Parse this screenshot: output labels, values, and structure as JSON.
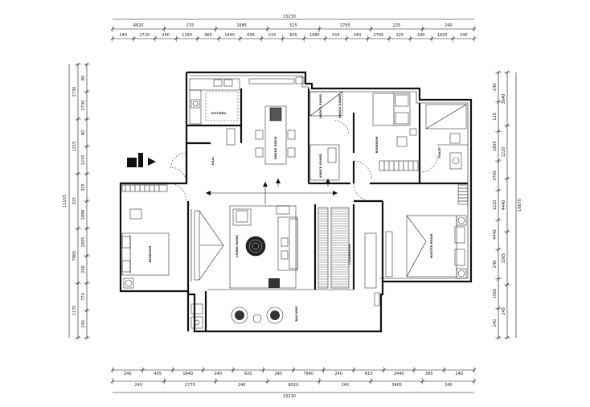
{
  "dimensions": {
    "top_row1": [
      "240",
      "2720",
      "240",
      "1150",
      "965",
      "1440",
      "695",
      "215",
      "635",
      "1685",
      "515",
      "240",
      "2795",
      "225",
      "240",
      "1605",
      "240"
    ],
    "top_row2": [
      "4820",
      "215",
      "1685",
      "515",
      "2795",
      "225",
      "240"
    ],
    "top_total": "15230",
    "bottom_row1": [
      "240",
      "435",
      "1840",
      "240",
      "620",
      "240",
      "7940",
      "240",
      "610",
      "2440",
      "395",
      "240"
    ],
    "bottom_row2": [
      "240",
      "2775",
      "240",
      "8010",
      "240",
      "3405",
      "240"
    ],
    "bottom_total": "15230",
    "left_row1": [
      "80",
      "2730",
      "80",
      "1215",
      "325",
      "1899",
      "2835",
      "240",
      "770",
      "240"
    ],
    "left_row2": [
      "2730",
      "1215",
      "325",
      "7865",
      "1170"
    ],
    "left_total": "11155",
    "right_row1": [
      "240",
      "120",
      "1805",
      "3765",
      "1220",
      "4440",
      "240",
      "1565",
      "240"
    ],
    "right_row2": [
      "3640",
      "1220",
      "4440",
      "1565",
      "240"
    ],
    "right_total": "10670"
  },
  "rooms": {
    "kitchen": "KITCHEN",
    "dining": "DINING ROOM",
    "hall": "HALL",
    "bedroom_left": "BEDROOM",
    "living": "LIVING ROOM",
    "balcony": "BALCONY",
    "bedroom_mid": "BEDROOM",
    "toilet": "TOILET",
    "cloakroom": "CLOAKROOM",
    "master": "MASTER ROOM",
    "knock_guard_top": "KNOCK GUARD",
    "knock_guard_mid": "KNOCK GUARD"
  },
  "icons": [
    "entrance-icon",
    "compass-arrow-icon"
  ]
}
